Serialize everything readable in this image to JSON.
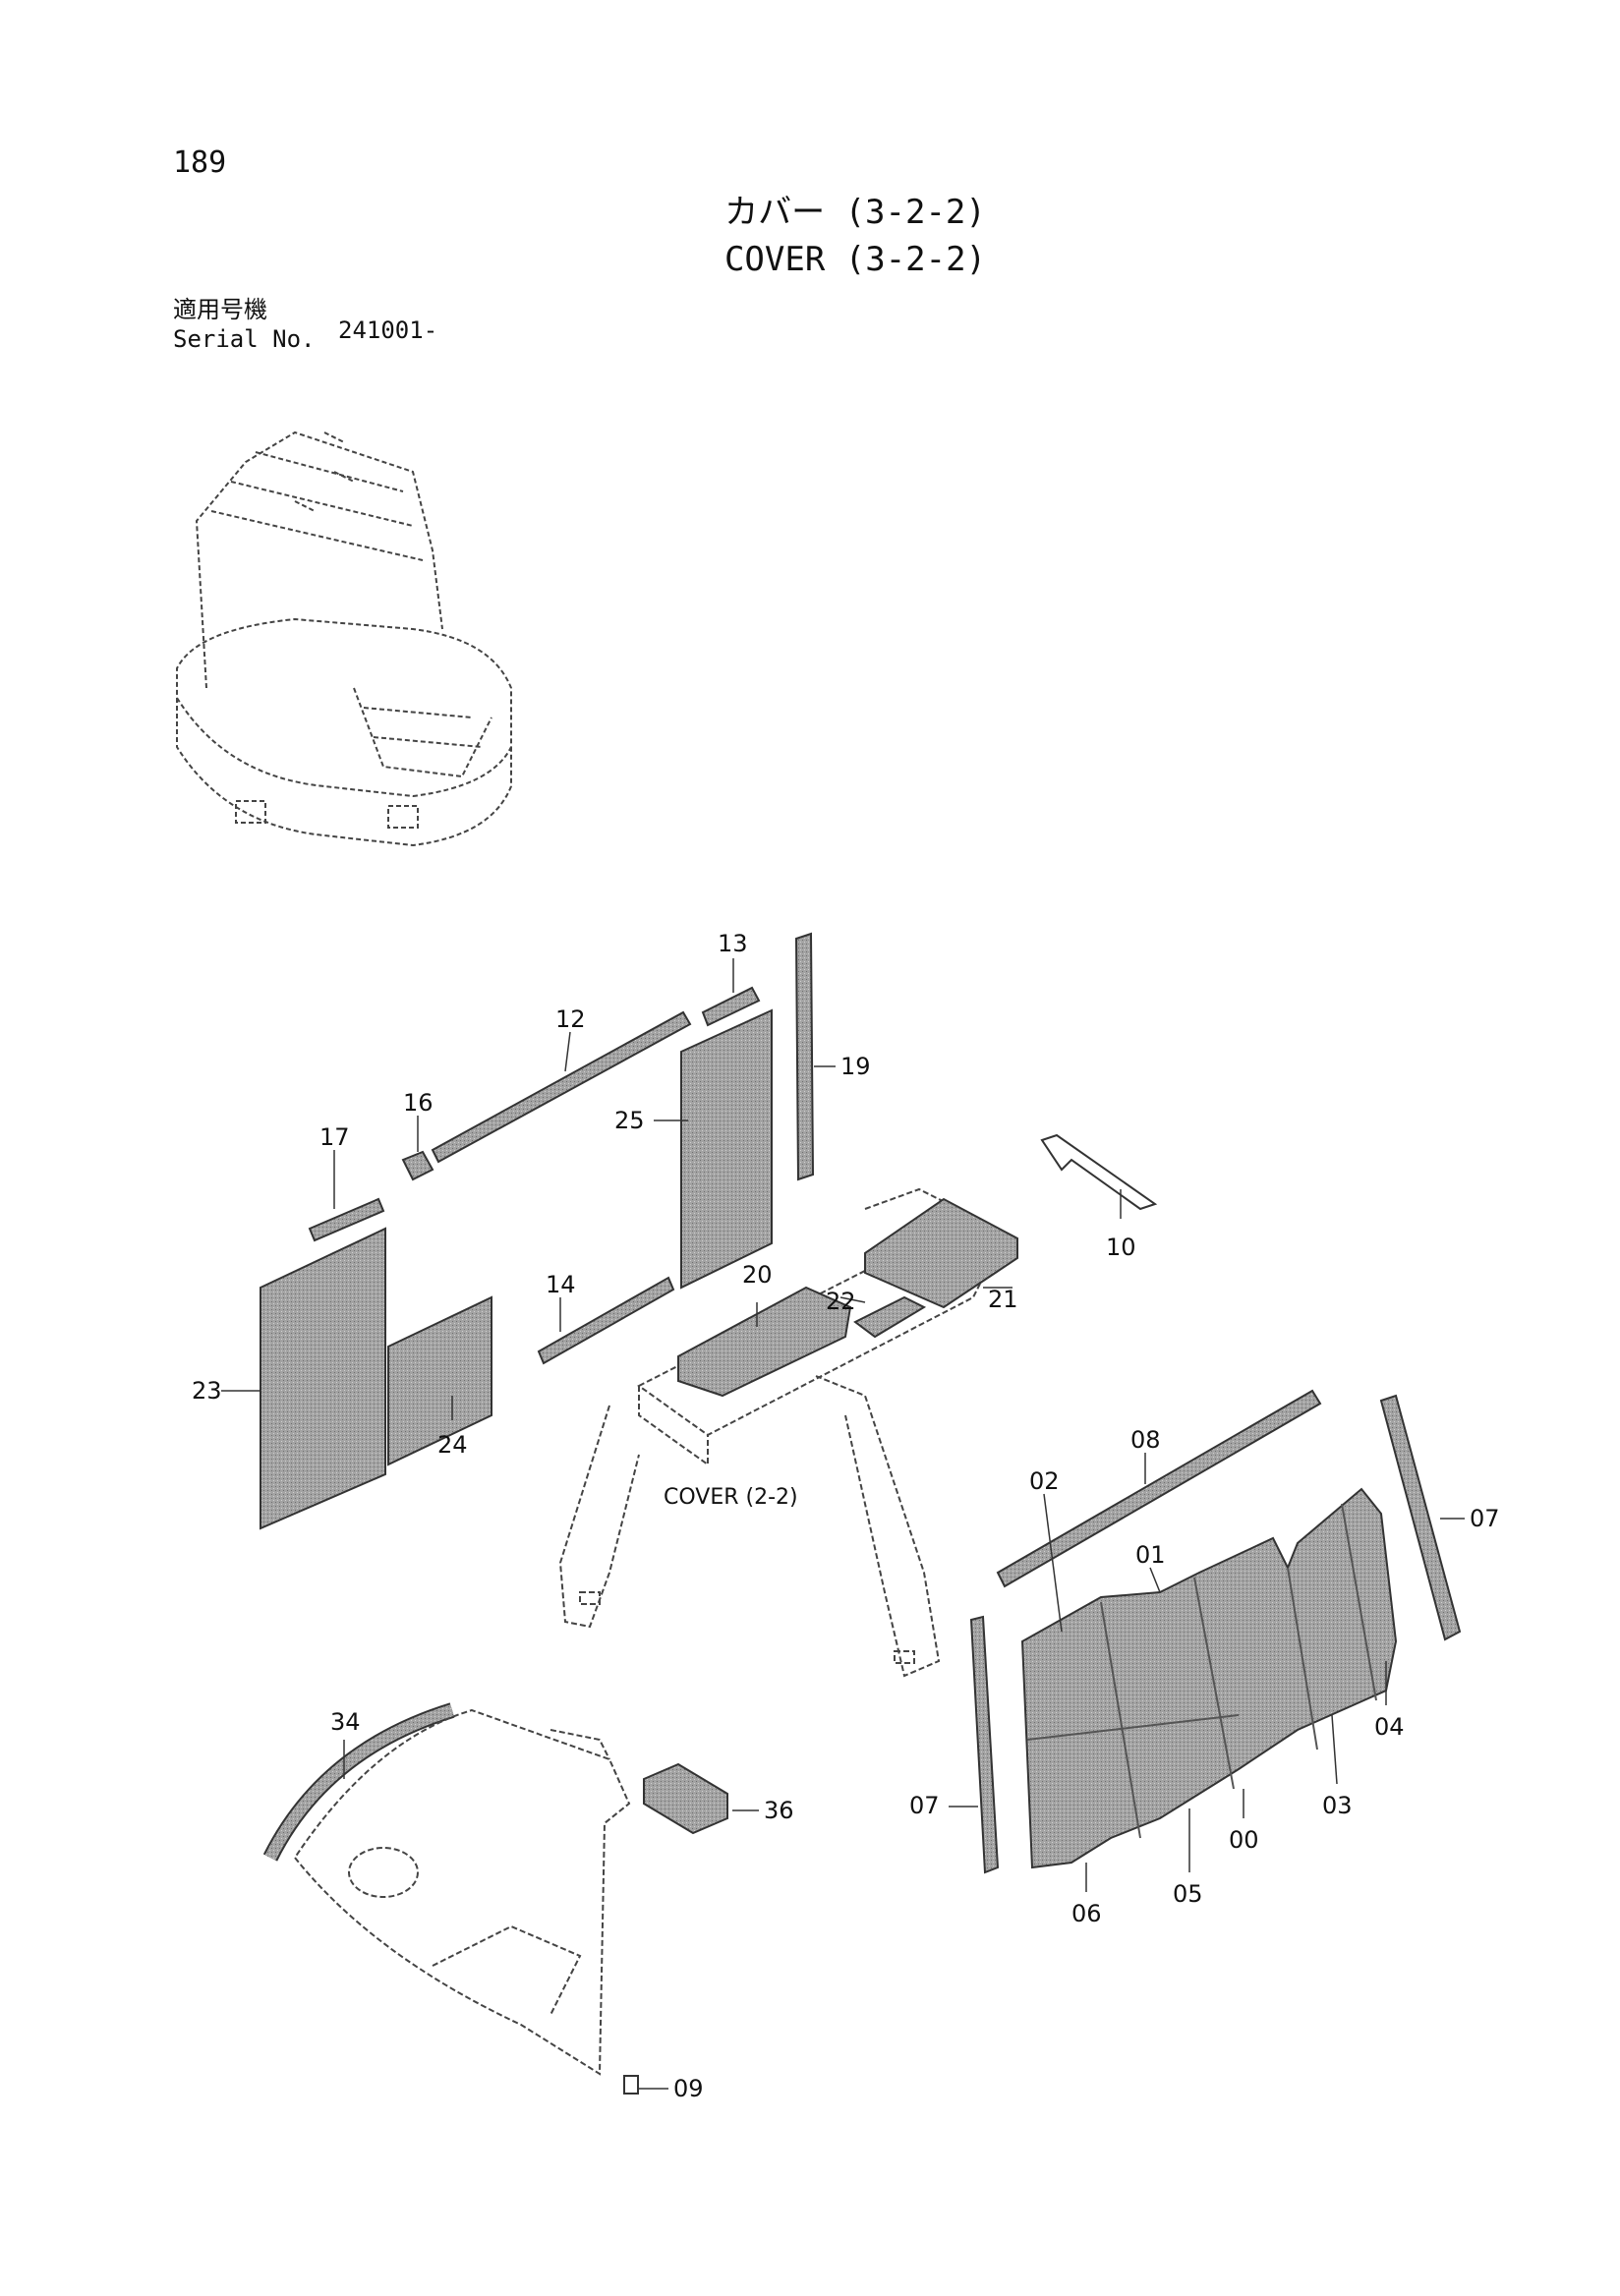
{
  "page_number": "189",
  "title_jp": "カバー (3-2-2)",
  "title_en": "COVER (3-2-2)",
  "serial_label_jp": "適用号機",
  "serial_label_en": "Serial No.",
  "serial_value": "241001-",
  "reference_label": "COVER (2-2)",
  "callouts": [
    "13",
    "12",
    "19",
    "16",
    "17",
    "25",
    "10",
    "20",
    "22",
    "21",
    "14",
    "23",
    "24",
    "08",
    "07",
    "01",
    "02",
    "04",
    "03",
    "00",
    "05",
    "06",
    "34",
    "36",
    "09"
  ],
  "colors": {
    "ink": "#111111",
    "foam_fill": "#9a9a9a",
    "outline": "#444444"
  }
}
